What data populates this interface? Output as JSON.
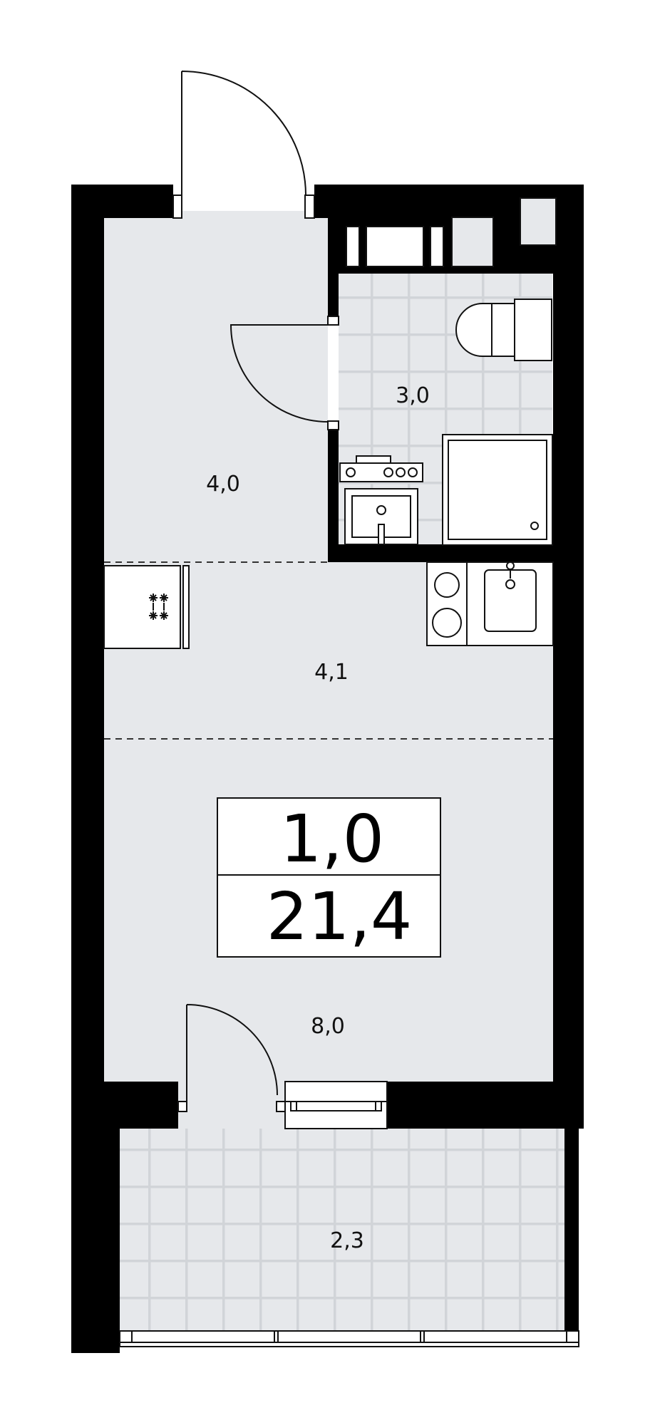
{
  "rooms": {
    "hall": {
      "area": "4,0"
    },
    "bathroom": {
      "area": "3,0"
    },
    "kitchen": {
      "area": "4,1"
    },
    "living": {
      "area": "8,0"
    },
    "balcony": {
      "area": "2,3"
    }
  },
  "summary": {
    "rooms_count": "1,0",
    "total_area": "21,4"
  },
  "colors": {
    "floor": "#e6e8eb",
    "wall": "#000000",
    "tile_line": "#d3d6da",
    "background": "#ffffff"
  }
}
